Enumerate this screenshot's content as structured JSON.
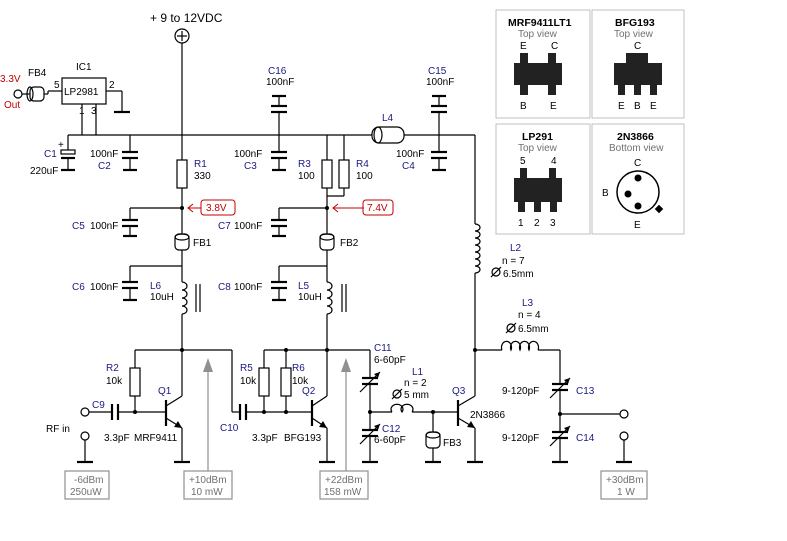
{
  "supply": {
    "label": "+ 9  to 12VDC"
  },
  "output_3v3": {
    "voltage": "3.3V",
    "out": "Out"
  },
  "ic1": {
    "ref": "IC1",
    "part": "LP2981",
    "pin5": "5",
    "pin1": "1",
    "pin3": "3",
    "pin2": "2"
  },
  "fb4": "FB4",
  "c1": {
    "ref": "C1",
    "value": "220uF"
  },
  "c2": {
    "ref": "C2",
    "value": "100nF"
  },
  "c3": {
    "ref": "C3",
    "value": "100nF"
  },
  "c4": {
    "ref": "C4",
    "value": "100nF"
  },
  "c15": {
    "ref": "C15",
    "value": "100nF"
  },
  "c16": {
    "ref": "C16",
    "value": "100nF"
  },
  "r1": {
    "ref": "R1",
    "value": "330"
  },
  "r3": {
    "ref": "R3",
    "value": "100"
  },
  "r4": {
    "ref": "R4",
    "value": "100"
  },
  "l4": "L4",
  "tp1": "3.8V",
  "tp2": "7.4V",
  "c5": {
    "ref": "C5",
    "value": "100nF"
  },
  "c6": {
    "ref": "C6",
    "value": "100nF"
  },
  "c7": {
    "ref": "C7",
    "value": "100nF"
  },
  "c8": {
    "ref": "C8",
    "value": "100nF"
  },
  "fb1": "FB1",
  "fb2": "FB2",
  "fb3": "FB3",
  "l6": {
    "ref": "L6",
    "value": "10uH"
  },
  "l5": {
    "ref": "L5",
    "value": "10uH"
  },
  "l2": {
    "ref": "L2",
    "turns": "n = 7",
    "dia": "6.5mm"
  },
  "l3": {
    "ref": "L3",
    "turns": "n = 4",
    "dia": "6.5mm"
  },
  "l1": {
    "ref": "L1",
    "turns": "n = 2",
    "dia": "5 mm"
  },
  "r2": {
    "ref": "R2",
    "value": "10k"
  },
  "r5": {
    "ref": "R5",
    "value": "10k"
  },
  "r6": {
    "ref": "R6",
    "value": "10k"
  },
  "c9": {
    "ref": "C9",
    "value": "3.3pF"
  },
  "c10": {
    "ref": "C10",
    "value": "3.3pF"
  },
  "c11": {
    "ref": "C11",
    "value": "6-60pF"
  },
  "c12": {
    "ref": "C12",
    "value": "6-60pF"
  },
  "c13": {
    "ref": "C13",
    "value": "9-120pF"
  },
  "c14": {
    "ref": "C14",
    "value": "9-120pF"
  },
  "q1": {
    "ref": "Q1",
    "part": "MRF9411"
  },
  "q2": {
    "ref": "Q2",
    "part": "BFG193"
  },
  "q3": {
    "ref": "Q3",
    "part": "2N3866"
  },
  "rf_in": "RF in",
  "levels": [
    {
      "line1": "-6dBm",
      "line2": "250uW"
    },
    {
      "line1": "+10dBm",
      "line2": "10 mW"
    },
    {
      "line1": "+22dBm",
      "line2": "158 mW"
    },
    {
      "line1": "+30dBm",
      "line2": "1 W"
    }
  ],
  "packages": [
    {
      "title": "MRF9411LT1",
      "view": "Top view",
      "pins_top": [
        "E",
        "C"
      ],
      "pins_bottom": [
        "B",
        "E"
      ]
    },
    {
      "title": "BFG193",
      "view": "Top view",
      "pins_top": [
        "C"
      ],
      "pins_bottom": [
        "E",
        "B",
        "E"
      ]
    },
    {
      "title": "LP291",
      "view": "Top view",
      "pins_top": [
        "5",
        "4"
      ],
      "pins_bottom": [
        "1",
        "2",
        "3"
      ]
    },
    {
      "title": "2N3866",
      "view": "Bottom view",
      "pins": [
        "C",
        "B",
        "E"
      ]
    }
  ]
}
